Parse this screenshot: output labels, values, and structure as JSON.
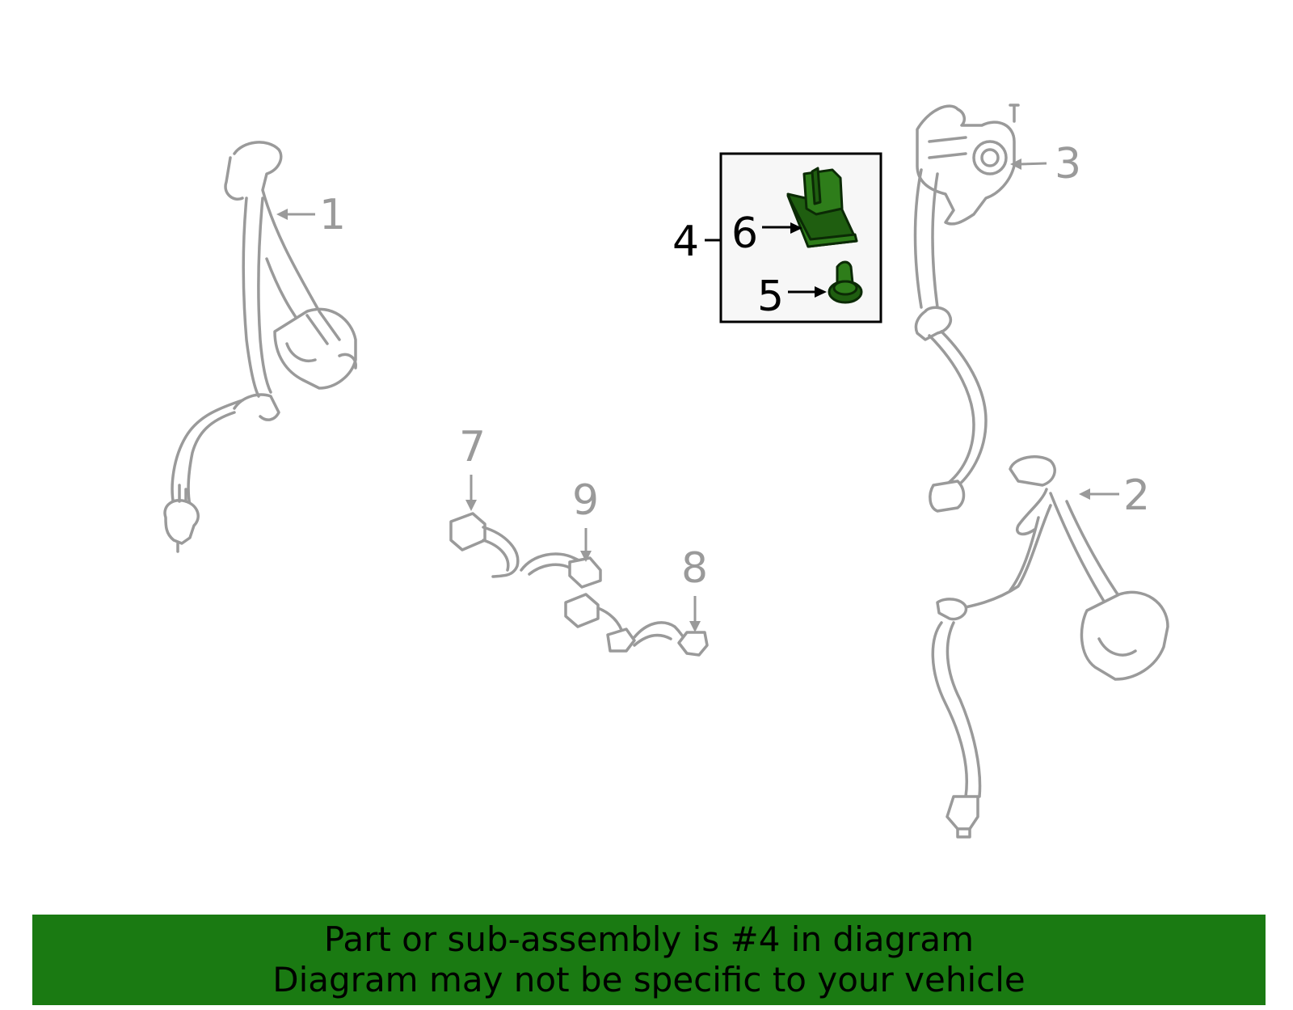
{
  "callouts": {
    "c1": "1",
    "c2": "2",
    "c3": "3",
    "c4": "4",
    "c5": "5",
    "c6": "6",
    "c7": "7",
    "c8": "8",
    "c9": "9"
  },
  "banner": {
    "line1": "Part or sub-assembly is #4 in diagram",
    "line2": "Diagram may not be specific to your vehicle"
  },
  "colors": {
    "highlight": "#2e7d1a",
    "banner": "#1a7a12",
    "part_outline": "#9a9a9a"
  }
}
